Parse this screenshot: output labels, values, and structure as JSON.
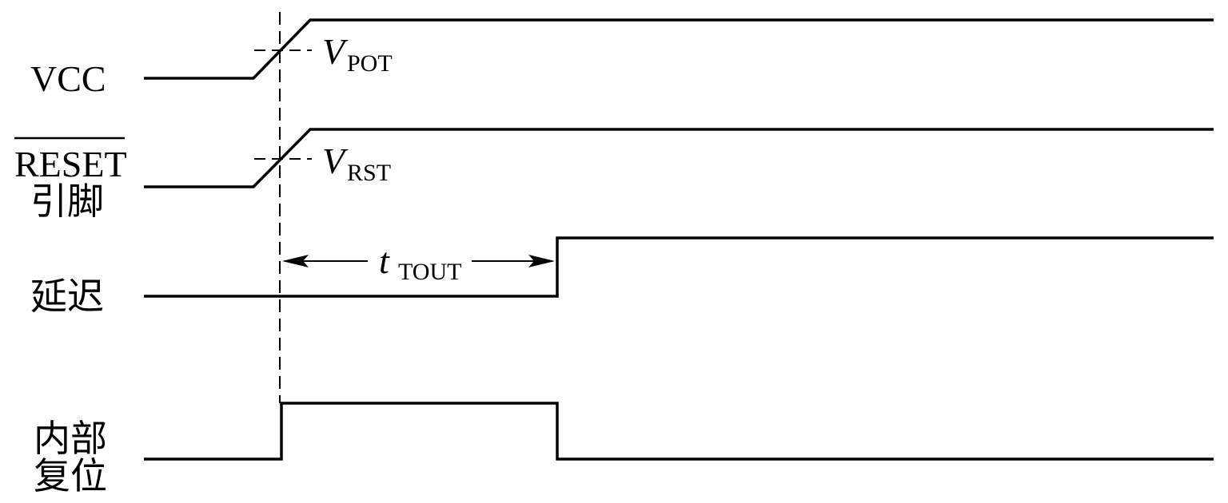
{
  "signals": {
    "vcc": {
      "label": "VCC"
    },
    "reset_pin": {
      "label_line1": "RESET",
      "label_line2": "引脚"
    },
    "delay": {
      "label": "延迟"
    },
    "internal_reset": {
      "label_line1": "内部",
      "label_line2": "复位"
    }
  },
  "annotations": {
    "v_pot": {
      "symbol": "V",
      "subscript": "POT"
    },
    "v_rst": {
      "symbol": "V",
      "subscript": "RST"
    },
    "t_tout": {
      "symbol": "t",
      "subscript": "TOUT"
    }
  }
}
